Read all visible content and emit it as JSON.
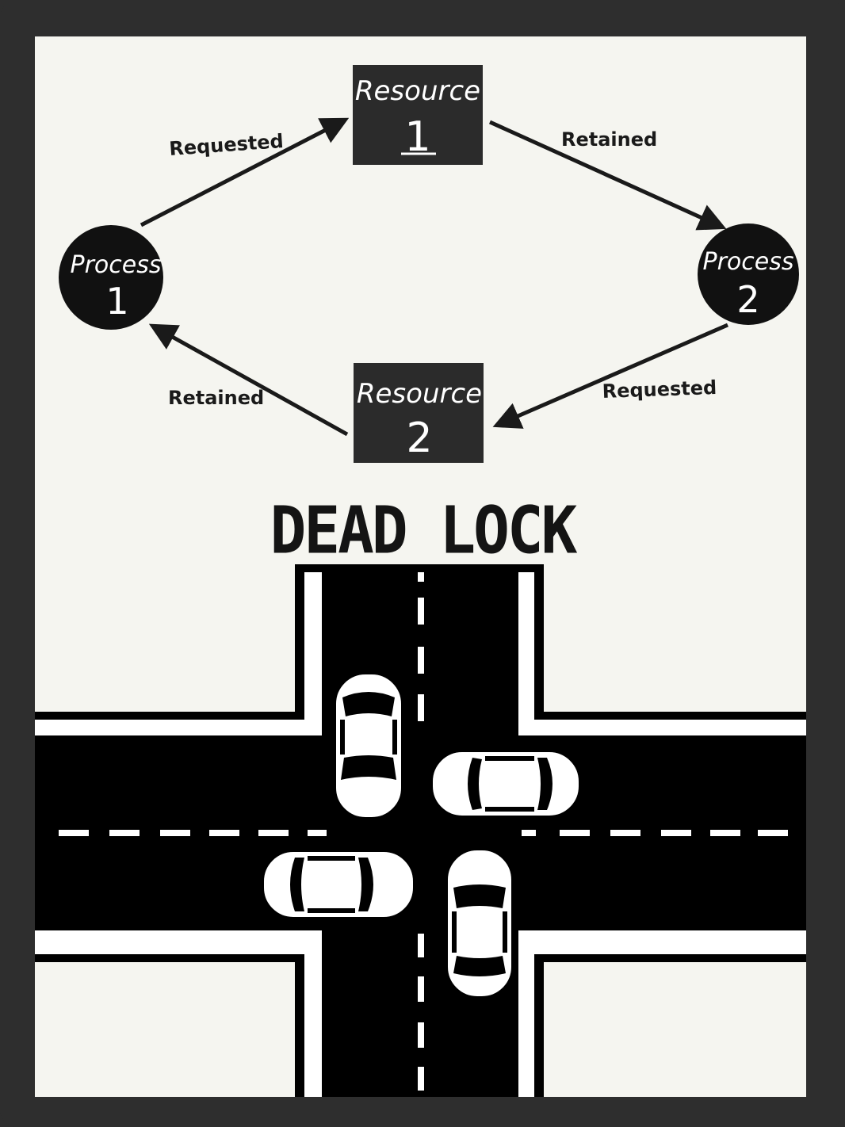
{
  "diagram": {
    "nodes": {
      "resource1": {
        "line1": "Resource",
        "line2": "1"
      },
      "resource2": {
        "line1": "Resource",
        "line2": "2"
      },
      "process1": {
        "line1": "Process",
        "line2": "1"
      },
      "process2": {
        "line1": "Process",
        "line2": "2"
      }
    },
    "edges": {
      "p1_to_r1": "Requested",
      "r1_to_p2": "Retained",
      "p2_to_r2": "Requested",
      "r2_to_p1": "Retained"
    }
  },
  "title": "DEAD LOCK",
  "colors": {
    "frame": "#2e2e2e",
    "panel": "#f5f5f0",
    "node": "#2b2b2b",
    "road": "#000000",
    "car": "#ffffff"
  }
}
